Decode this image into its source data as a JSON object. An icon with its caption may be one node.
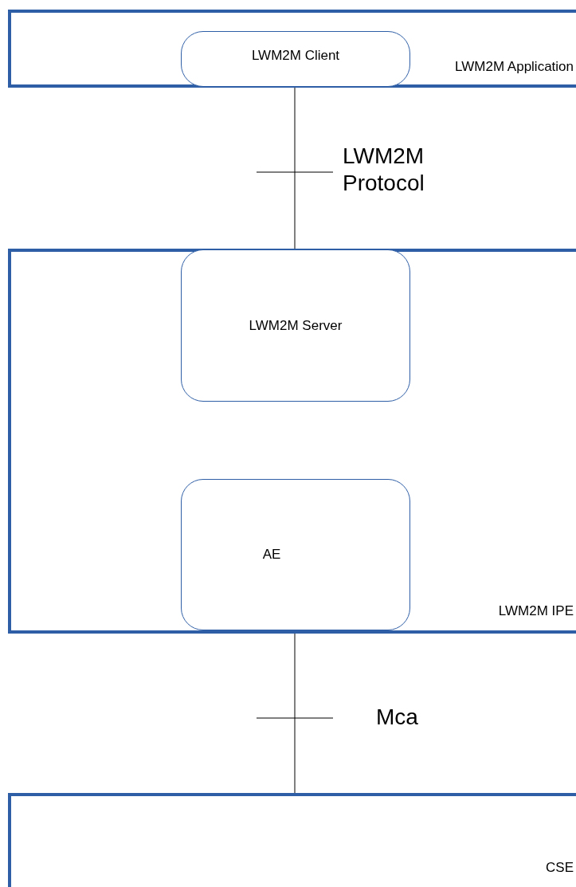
{
  "diagram": {
    "nodes": [
      {
        "text": [
          "LWM2M Application"
        ]
      },
      {
        "text": [
          "LWM2M Client"
        ],
        "in": 0
      },
      {
        "text": [
          "LWM2M IPE"
        ]
      },
      {
        "text": [
          "LWM2M Server"
        ],
        "in": 2
      },
      {
        "text": [
          "AE"
        ],
        "in": 2
      },
      {
        "text": [
          "CSE"
        ]
      }
    ],
    "edges": [
      {
        "from": 1,
        "to": 3,
        "arrow": "none",
        "label": "LWM2M Protocol"
      },
      {
        "from": 4,
        "to": 5,
        "arrow": "none",
        "label": "Mca"
      }
    ]
  }
}
